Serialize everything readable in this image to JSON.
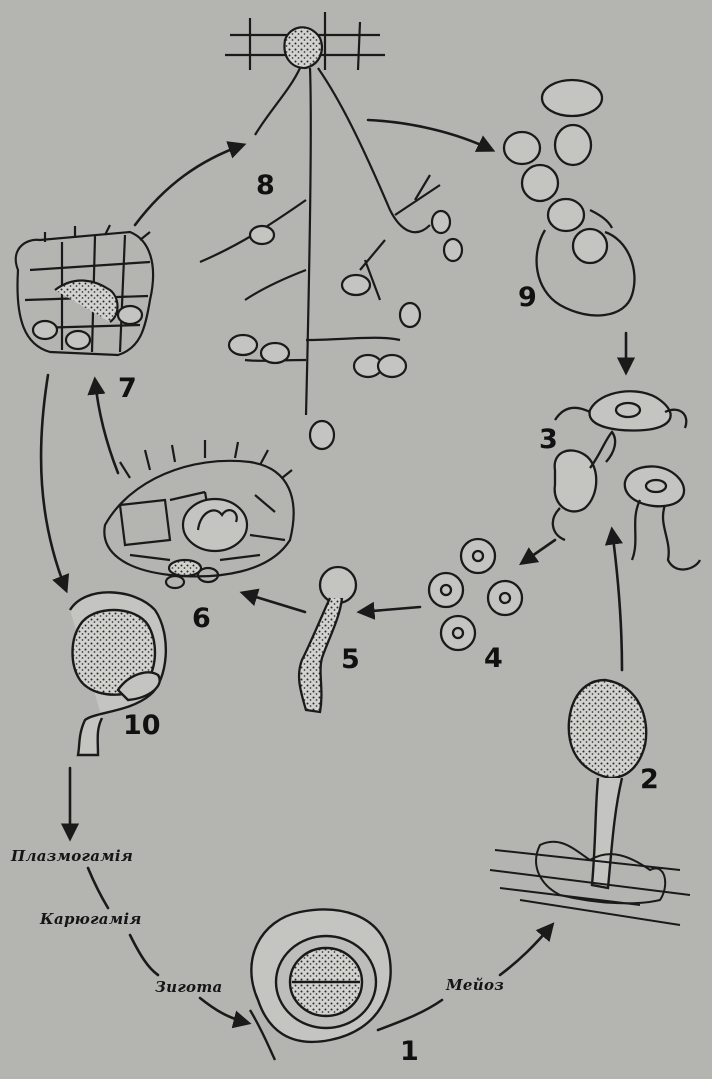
{
  "stages": {
    "s1": "1",
    "s2": "2",
    "s3": "3",
    "s4": "4",
    "s5": "5",
    "s6": "6",
    "s7": "7",
    "s8": "8",
    "s9": "9",
    "s10": "10"
  },
  "labels": {
    "plasmogamy": "Плазмогамія",
    "karyogamy": "Карюгамія",
    "zygote": "Зигота",
    "meiosis": "Мейоз"
  }
}
